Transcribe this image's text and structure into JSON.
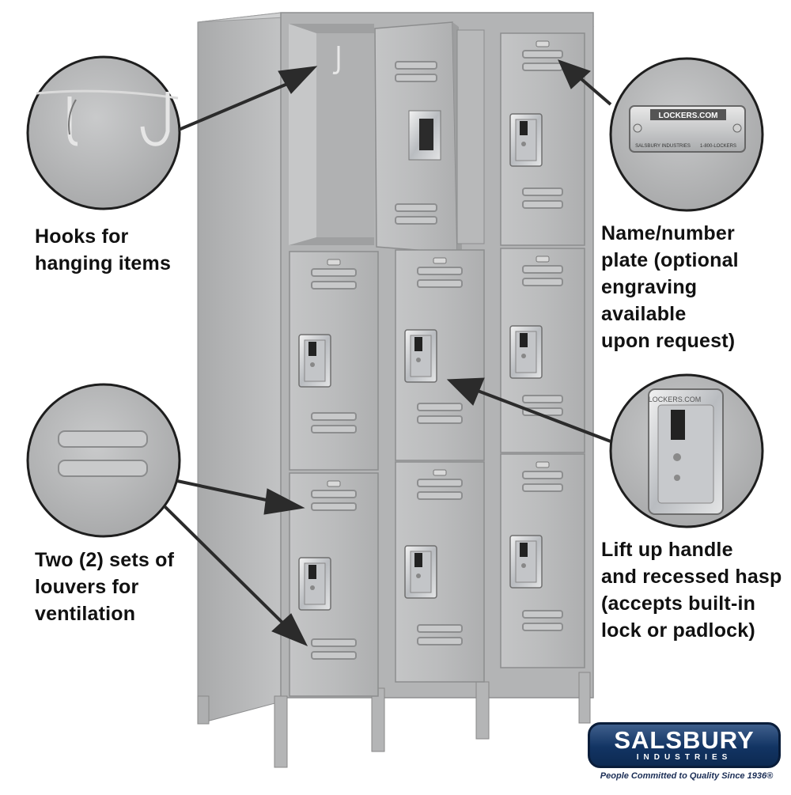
{
  "captions": {
    "hooks": "Hooks for\nhanging items",
    "plate": "Name/number\nplate (optional\nengraving available\nupon request)",
    "louvers": "Two (2) sets of\nlouvers for\nventilation",
    "handle": "Lift up handle\nand recessed hasp\n(accepts built-in\nlock or padlock)"
  },
  "plate": {
    "brand": "LOCKERS.COM",
    "maker": "SALSBURY INDUSTRIES",
    "phone": "1-800-LOCKERS"
  },
  "hasp_brand": "LOCKERS.COM",
  "logo": {
    "name": "SALSBURY",
    "sub": "INDUSTRIES",
    "tagline": "People Committed to Quality Since 1936®"
  },
  "colors": {
    "locker": "#b6b7b8",
    "locker_dark": "#8d8e8f",
    "arrow": "#2b2b2b",
    "logo_blue": "#123463"
  }
}
